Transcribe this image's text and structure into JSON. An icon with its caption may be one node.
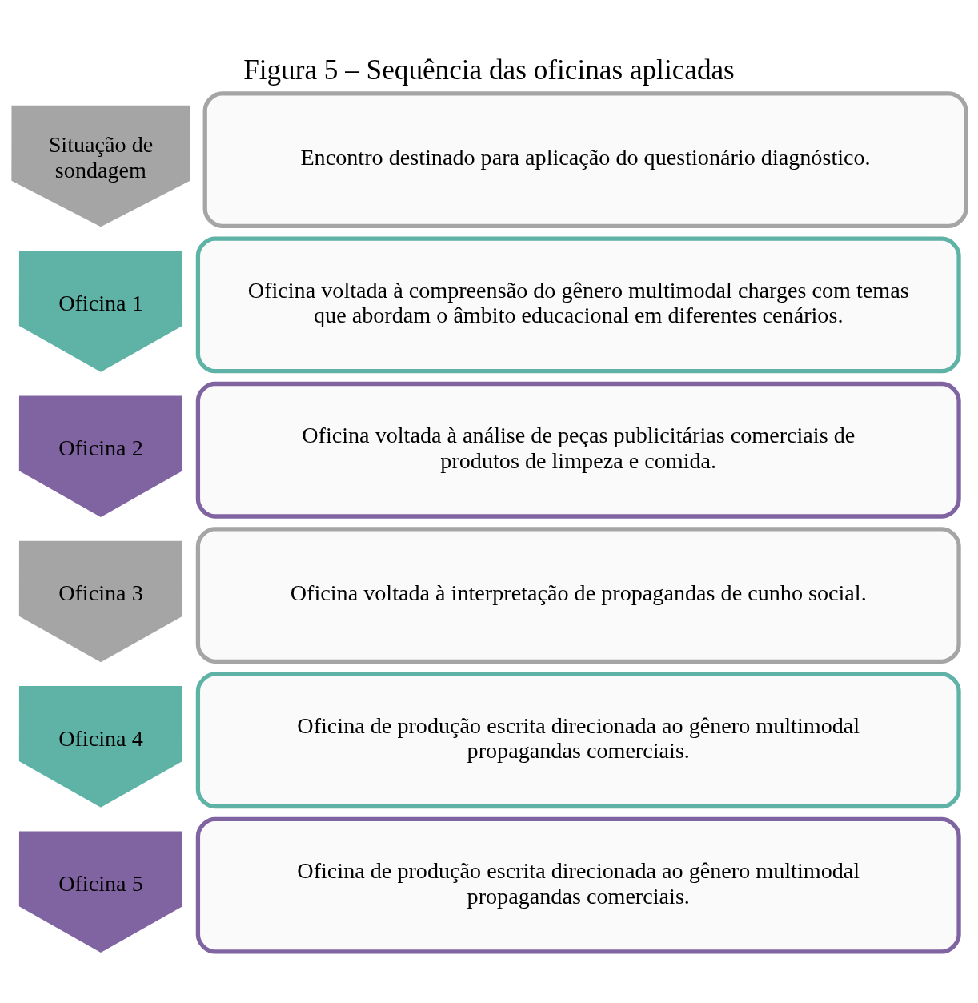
{
  "diagram": {
    "title": "Figura 5 – Sequência das oficinas aplicadas",
    "nodes": [
      {
        "text": [
          "Situação de sondagem"
        ]
      },
      {
        "text": [
          "Encontro destinado para aplicação do questionário diagnóstico."
        ]
      },
      {
        "text": [
          "Oficina 1"
        ]
      },
      {
        "text": [
          "Oficina voltada à compreensão do gênero multimodal charges com temas que abordam o âmbito educacional em diferentes cenários."
        ]
      },
      {
        "text": [
          "Oficina 2"
        ]
      },
      {
        "text": [
          "Oficina voltada à análise de peças publicitárias comerciais de produtos de limpeza e comida."
        ]
      },
      {
        "text": [
          "Oficina 3"
        ]
      },
      {
        "text": [
          "Oficina voltada à interpretação de propagandas de cunho social."
        ]
      },
      {
        "text": [
          "Oficina 4"
        ]
      },
      {
        "text": [
          "Oficina de produção escrita direcionada ao gênero multimodal propagandas comerciais."
        ]
      },
      {
        "text": [
          "Oficina 5"
        ]
      },
      {
        "text": [
          "Oficina de produção escrita direcionada ao gênero multimodal propagandas comerciais."
        ]
      }
    ]
  }
}
